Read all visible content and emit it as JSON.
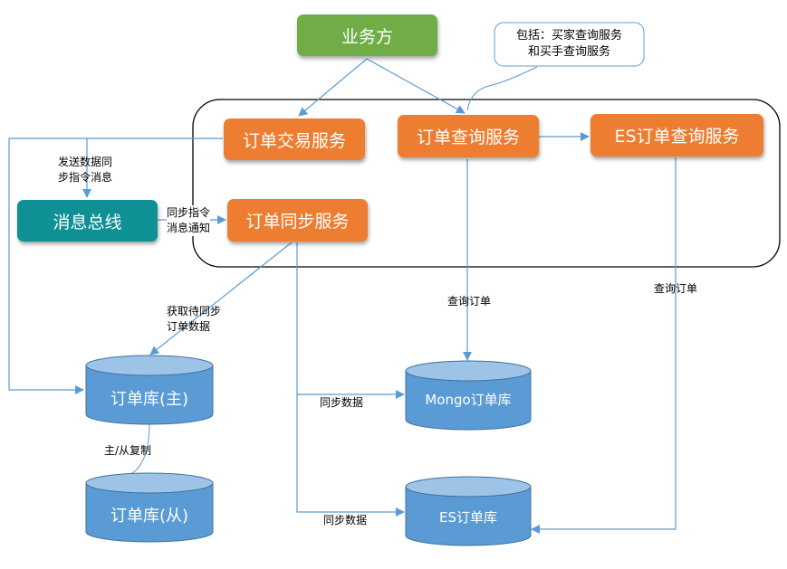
{
  "diagram": {
    "nodes": {
      "business": {
        "label": "业务方",
        "color": "#70ad47"
      },
      "order_trade_service": {
        "label": "订单交易服务",
        "color": "#ed7d31"
      },
      "order_query_service": {
        "label": "订单查询服务",
        "color": "#ed7d31"
      },
      "es_order_query_service": {
        "label": "ES订单查询服务",
        "color": "#ed7d31"
      },
      "message_bus": {
        "label": "消息总线",
        "color": "#0e9094"
      },
      "order_sync_service": {
        "label": "订单同步服务",
        "color": "#ed7d31"
      },
      "order_db_master": {
        "label": "订单库(主)",
        "color": "#5b9bd5"
      },
      "order_db_slave": {
        "label": "订单库(从)",
        "color": "#5b9bd5"
      },
      "mongo_order_db": {
        "label": "Mongo订单库",
        "color": "#5b9bd5"
      },
      "es_order_db": {
        "label": "ES订单库",
        "color": "#5b9bd5"
      }
    },
    "callout": {
      "line1": "包括：买家查询服务",
      "line2": "和买手查询服务"
    },
    "edge_labels": {
      "send_sync_msg_1": "发送数据同",
      "send_sync_msg_2": "步指令消息",
      "sync_notify_1": "同步指令",
      "sync_notify_2": "消息通知",
      "fetch_pending_1": "获取待同步",
      "fetch_pending_2": "订单数据",
      "replication": "主/从复制",
      "query_order_mongo": "查询订单",
      "query_order_es": "查询订单",
      "sync_data_mongo": "同步数据",
      "sync_data_es": "同步数据"
    },
    "colors": {
      "line": "#5b9bd5",
      "container_border": "#000000"
    }
  }
}
